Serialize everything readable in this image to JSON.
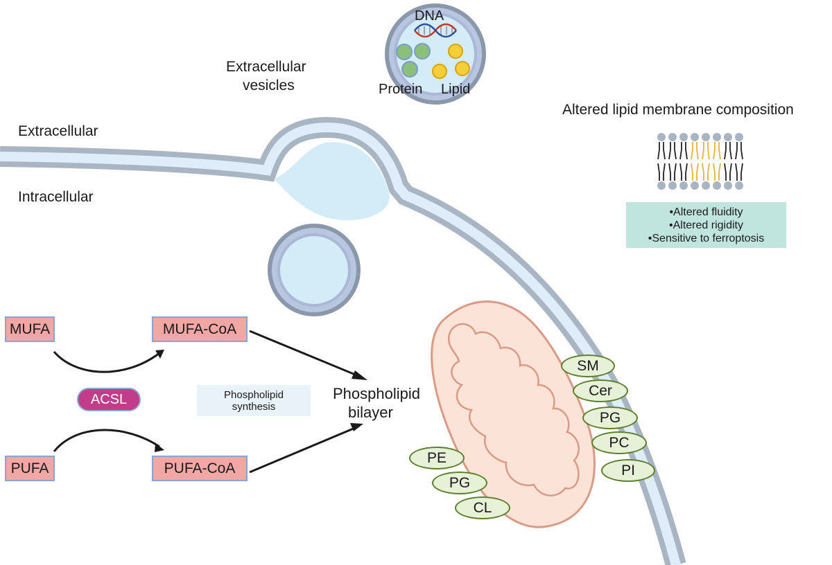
{
  "labels": {
    "extracellular": "Extracellular",
    "intracellular": "Intracellular",
    "ev_line1": "Extracellular",
    "ev_line2": "vesicles",
    "dna": "DNA",
    "protein": "Protein",
    "lipid": "Lipid",
    "altered_title": "Altered lipid membrane composition",
    "bilayer_line1": "Phospholipid",
    "bilayer_line2": "bilayer"
  },
  "properties": [
    "•Altered fluidity",
    "•Altered rigidity",
    "•Sensitive to ferroptosis"
  ],
  "pathway": {
    "mufa": "MUFA",
    "mufa_coa": "MUFA-CoA",
    "pufa": "PUFA",
    "pufa_coa": "PUFA-CoA",
    "enzyme": "ACSL",
    "synthesis_line1": "Phospholipid",
    "synthesis_line2": "synthesis"
  },
  "membrane_lipids": [
    "SM",
    "Cer",
    "PG",
    "PC",
    "PI"
  ],
  "mito_lipids": [
    "PE",
    "PG",
    "CL"
  ],
  "colors": {
    "membrane_outer": "#a9b5c2",
    "membrane_inner": "#deedf9",
    "vesicle_fill": "#d4ebf8",
    "box_fill": "#f2a7a5",
    "box_border": "#8fa3d1",
    "enzyme": "#c13d8a",
    "oval_border": "#5d7f2c",
    "oval_fill": "#e7f1d7",
    "mito_border": "#d99a86",
    "mito_fill": "#fbe3d8",
    "unsaturated_tail": "#e8b23a",
    "info_box": "#bfe5de",
    "synthesis_box": "#eaf2f9"
  }
}
